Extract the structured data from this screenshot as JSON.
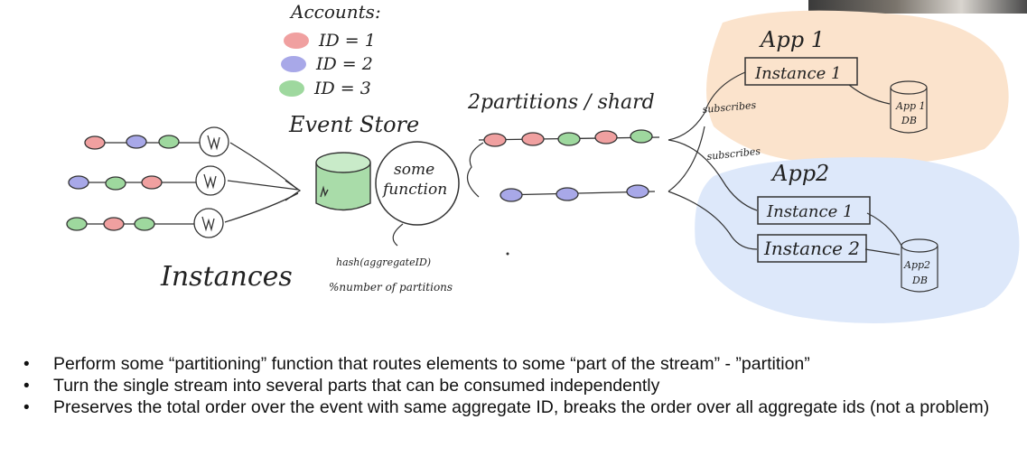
{
  "accounts_title": "Accounts:",
  "accounts": [
    {
      "label": "ID = 1",
      "color": "#f0a0a0"
    },
    {
      "label": "ID = 2",
      "color": "#a8a8e8"
    },
    {
      "label": "ID = 3",
      "color": "#9ed89e"
    }
  ],
  "instances_label": "Instances",
  "event_store_label": "Event Store",
  "function_label_line1": "some",
  "function_label_line2": "function",
  "hash_line1": "hash(aggregateID)",
  "hash_line2": "%number of partitions",
  "partitions_label": "2partitions / shard",
  "subscribes_1": "subscribes",
  "subscribes_2": "subscribes",
  "app1": {
    "title": "App 1",
    "instance": "Instance 1",
    "db_line1": "App 1",
    "db_line2": "DB",
    "bg": "#fbe3cc"
  },
  "app2": {
    "title": "App2",
    "instance1": "Instance 1",
    "instance2": "Instance 2",
    "db_line1": "App2",
    "db_line2": "DB",
    "bg": "#dde8fa"
  },
  "bullets": [
    "Perform some “partitioning”  function that routes elements to some “part of the stream” - ”partition”",
    "Turn the single stream into several parts that can be consumed independently",
    "Preserves the total order over the event with same aggregate ID, breaks the order over all aggregate ids (not a problem)"
  ]
}
